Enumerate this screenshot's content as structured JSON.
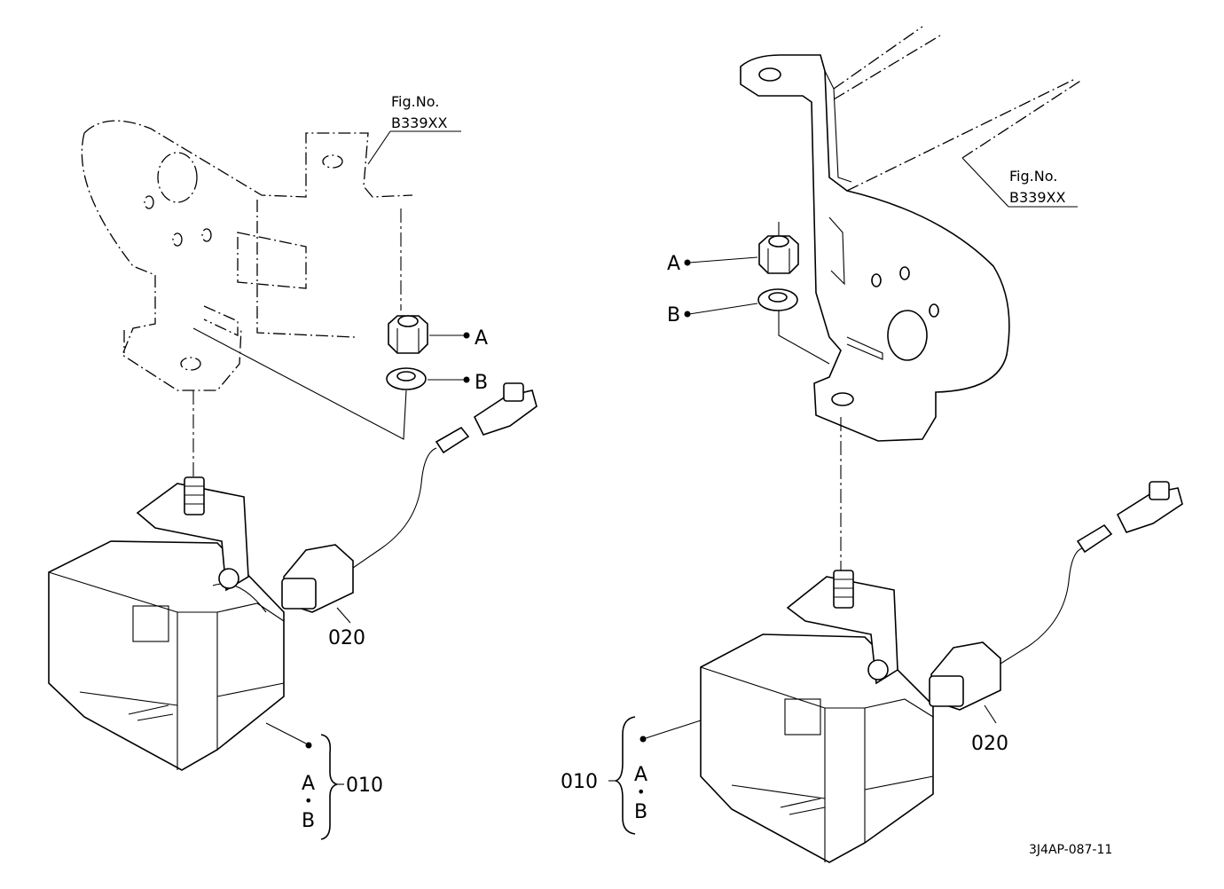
{
  "left_view": {
    "fig_ref": [
      "Fig.No.",
      "B339XX"
    ],
    "callout_a": "A",
    "callout_b": "B",
    "connector_part": "020",
    "lamp_part": "010",
    "bracket_letters": [
      "A",
      "•",
      "B"
    ]
  },
  "right_view": {
    "fig_ref": [
      "Fig.No.",
      "B339XX"
    ],
    "callout_a": "A",
    "callout_b": "B",
    "connector_part": "020",
    "lamp_part": "010",
    "bracket_letters": [
      "A",
      "•",
      "B"
    ]
  },
  "drawing_code": "3J4AP-087-11"
}
